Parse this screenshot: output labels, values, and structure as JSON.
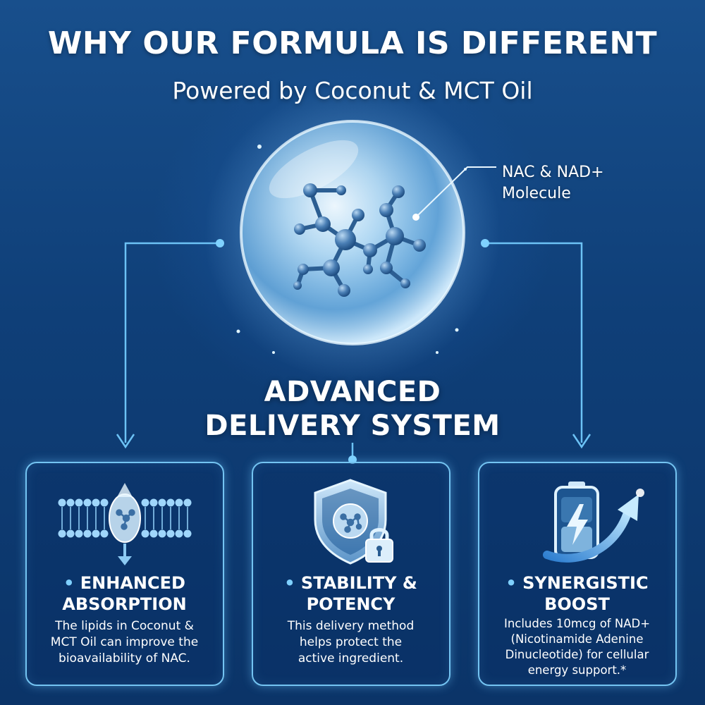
{
  "header": {
    "headline": "WHY OUR FORMULA IS DIFFERENT",
    "subline": "Powered by Coconut & MCT Oil"
  },
  "molecule": {
    "callout_line1": "NAC & NAD+",
    "callout_line2": "Molecule"
  },
  "system": {
    "line1": "ADVANCED",
    "line2": "DELIVERY SYSTEM"
  },
  "cards": [
    {
      "icon": "lipid-membrane-icon",
      "bullet": "•",
      "title_line1": "ENHANCED",
      "title_line2": "ABSORPTION",
      "text_line1": "The lipids in Coconut &",
      "text_line2": "MCT Oil can improve the",
      "text_line3": "bioavailability of NAC."
    },
    {
      "icon": "shield-lock-icon",
      "bullet": "•",
      "title_line1": "STABILITY &",
      "title_line2": "POTENCY",
      "text_line1": "This delivery method",
      "text_line2": "helps protect the",
      "text_line3": "active ingredient."
    },
    {
      "icon": "battery-boost-icon",
      "bullet": "•",
      "title_line1": "SYNERGISTIC",
      "title_line2": "BOOST",
      "text_line1": "Includes 10mcg of NAD+",
      "text_line2": "(Nicotinamide Adenine",
      "text_line3": "Dinucleotide) for cellular",
      "text_line4": "energy support.*"
    }
  ],
  "colors": {
    "background": "#0f3f78",
    "accent": "#74c4f2",
    "text": "#ffffff"
  }
}
